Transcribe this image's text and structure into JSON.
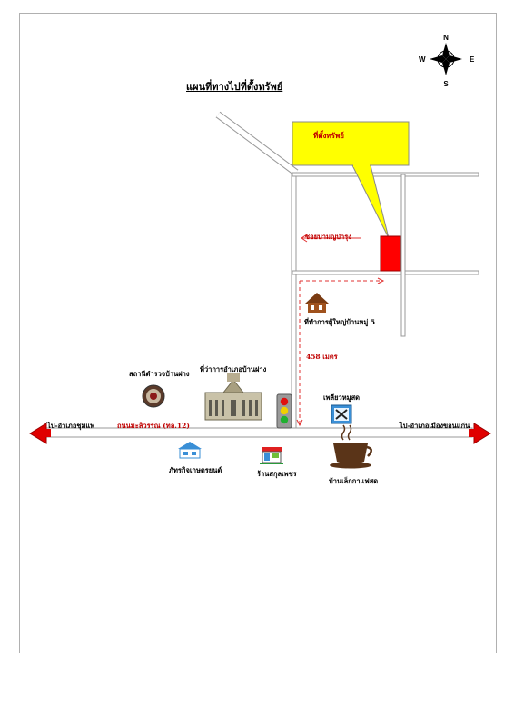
{
  "title": "แผนที่ทางไปที่ตั้งทรัพย์",
  "compass": {
    "north": "N",
    "south": "S",
    "east": "E",
    "west": "W"
  },
  "callout": {
    "label": "ที่ตั้งทรัพย์",
    "fill": "#ffff00"
  },
  "roads": {
    "soi": "ซอยบามญบำรุง",
    "main_road": "ถนนมะลิวรรณ (ทล.12)",
    "left_direction": "ไป-อำเภอชุมแพ",
    "right_direction": "ไป-อำเภอเมืองขอนแก่น"
  },
  "distance": "458 เมตร",
  "landmarks": {
    "village_head_office": "ที่ทำการผู้ใหญ่บ้านหมู่ 5",
    "police_station": "สถานีตำรวจบ้านฝาง",
    "district_office": "ที่ว่าการอำเภอบ้านฝาง",
    "restaurant": "เพลียวหมูสด",
    "car_shop": "ภัทรกิจเกษตรยนต์",
    "convenience_store": "ร้านสกุลเพชร",
    "coffee_shop": "บ้านเล็กกาแฟสด"
  },
  "colors": {
    "property": "#ff0000",
    "route": "#e03030",
    "road_edge": "#999999"
  }
}
